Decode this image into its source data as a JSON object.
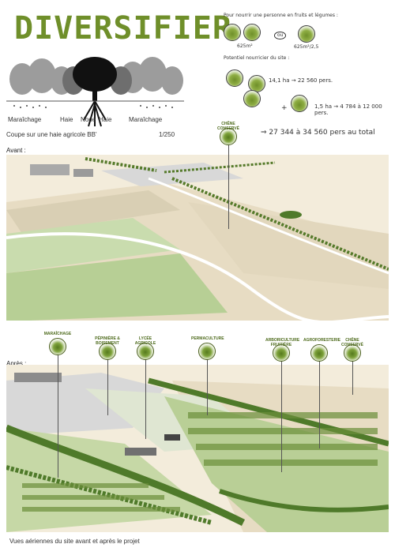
{
  "title": "DIVERSIFIER",
  "section": {
    "caption_left": "Coupe sur une haie agricole BB'",
    "scale": "1/250",
    "labels": [
      "Maraîchage",
      "Haie",
      "Noue",
      "Haie",
      "Maraîchage"
    ]
  },
  "notes": {
    "line1": "Pour nourrir une personne en fruits et légumes :",
    "icon1": "MARAÎCHAGE",
    "icon2": "ARBRES FRUITIERS",
    "area1": "625m²",
    "or": "ou",
    "icon3": "PERMACULTURE",
    "area2": "625m²/2,5",
    "line2": "Potentiel nourricier du site :",
    "calc1": "14,1 ha → 22 560 pers.",
    "plus": "+",
    "calc2": "1,5 ha → 4 784 à 12 000 pers.",
    "total": "⇒ 27 344 à 34 560 pers au total"
  },
  "before": {
    "label": "Avant :",
    "pin": "CHÊNE CONSERVÉ"
  },
  "after": {
    "label": "Après :",
    "pins": [
      "MARAÎCHAGE",
      "PÉPINIÈRE & BOISEMENT",
      "LYCÉE AGRICOLE",
      "PERMACULTURE",
      "ARBORICULTURE FRUITIÈRE",
      "AGROFORESTERIE",
      "CHÊNE CONSERVÉ"
    ]
  },
  "caption": "Vues aériennes du site avant et après le projet",
  "colors": {
    "accent": "#6f8f2a",
    "field_beige": "#e7dcc3",
    "field_green": "#b9cf96",
    "tree": "#4f7a2a"
  }
}
